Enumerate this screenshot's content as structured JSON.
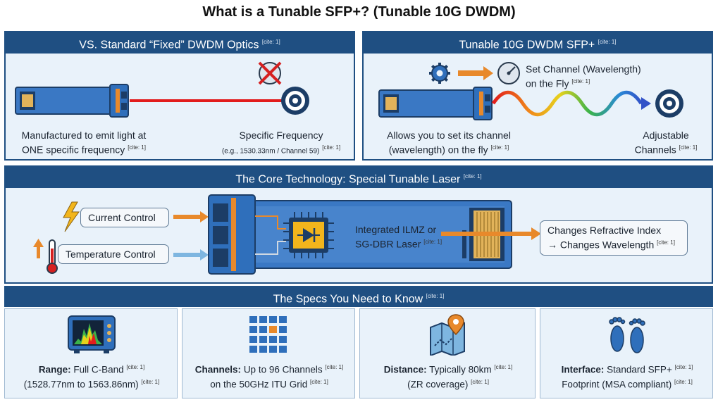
{
  "title": "What is a Tunable SFP+? (Tunable 10G DWDM)",
  "cite": "[cite: 1]",
  "fixed_panel": {
    "header": "VS. Standard “Fixed” DWDM Optics",
    "left_caption_line1": "Manufactured to emit light at",
    "left_caption_line2": "ONE specific frequency",
    "right_caption_line1": "Specific Frequency",
    "right_caption_line2": "(e.g., 1530.33nm / Channel 59)"
  },
  "tunable_panel": {
    "header": "Tunable 10G DWDM SFP+",
    "set_channel_line1": "Set Channel (Wavelength)",
    "set_channel_line2": "on the Fly",
    "left_caption_line1": "Allows you to set its channel",
    "left_caption_line2": "(wavelength) on the fly",
    "right_caption_line1": "Adjustable",
    "right_caption_line2": "Channels"
  },
  "core": {
    "header": "The Core Technology: Special Tunable Laser",
    "current_control": "Current Control",
    "temperature_control": "Temperature Control",
    "laser_line1": "Integrated ILMZ or",
    "laser_line2": "SG-DBR Laser",
    "result_line1": "Changes Refractive Index",
    "result_line2": "→ Changes Wavelength"
  },
  "specs": {
    "header": "The Specs You Need to Know",
    "items": [
      {
        "key": "Range:",
        "line1": "Full C-Band",
        "line2": "(1528.77nm to 1563.86nm)",
        "icon": "spectrum-analyzer-icon"
      },
      {
        "key": "Channels:",
        "line1": "Up to 96 Channels",
        "line2": "on the 50GHz ITU Grid",
        "icon": "channel-grid-icon"
      },
      {
        "key": "Distance:",
        "line1": "Typically 80km",
        "line2": "(ZR coverage)",
        "icon": "map-pin-icon"
      },
      {
        "key": "Interface:",
        "line1": "Standard SFP+",
        "line2": "Footprint (MSA compliant)",
        "icon": "footprints-icon"
      }
    ]
  },
  "colors": {
    "navy": "#1f4f82",
    "panel_bg": "#e9f2fa",
    "orange": "#e8892b",
    "red_beam": "#e21c1c"
  }
}
